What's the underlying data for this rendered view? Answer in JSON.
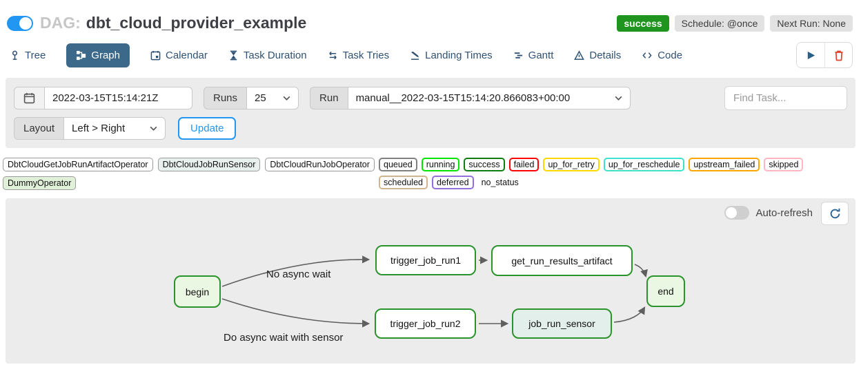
{
  "header": {
    "dag_label": "DAG:",
    "dag_title": "dbt_cloud_provider_example",
    "status_badge": "success",
    "schedule_badge": "Schedule: @once",
    "next_run_badge": "Next Run: None",
    "status_color": "#1f941f",
    "dag_enabled": true
  },
  "tabs": [
    {
      "label": "Tree"
    },
    {
      "label": "Graph",
      "active": true
    },
    {
      "label": "Calendar"
    },
    {
      "label": "Task Duration"
    },
    {
      "label": "Task Tries"
    },
    {
      "label": "Landing Times"
    },
    {
      "label": "Gantt"
    },
    {
      "label": "Details"
    },
    {
      "label": "Code"
    }
  ],
  "filters": {
    "execution_date": "2022-03-15T15:14:21Z",
    "runs_label": "Runs",
    "runs_selected": "25",
    "run_label": "Run",
    "run_selected": "manual__2022-03-15T15:14:20.866083+00:00",
    "find_task_placeholder": "Find Task...",
    "layout_label": "Layout",
    "layout_selected": "Left > Right",
    "update_label": "Update"
  },
  "legend": {
    "operators": [
      {
        "label": "DbtCloudGetJobRunArtifactOperator",
        "color": "#ffffff"
      },
      {
        "label": "DbtCloudJobRunSensor",
        "color": "#e9f1ee"
      },
      {
        "label": "DbtCloudRunJobOperator",
        "color": "#ffffff"
      },
      {
        "label": "DummyOperator",
        "color": "#e1f0d8"
      }
    ],
    "statuses": [
      {
        "label": "queued",
        "color": "#808080"
      },
      {
        "label": "running",
        "color": "#00e400"
      },
      {
        "label": "success",
        "color": "#0f7d0f"
      },
      {
        "label": "failed",
        "color": "#ff0000"
      },
      {
        "label": "up_for_retry",
        "color": "#ffd700"
      },
      {
        "label": "up_for_reschedule",
        "color": "#40e0d0"
      },
      {
        "label": "upstream_failed",
        "color": "#ffa500"
      },
      {
        "label": "skipped",
        "color": "#ffb6c1"
      },
      {
        "label": "scheduled",
        "color": "#d2b48c"
      },
      {
        "label": "deferred",
        "color": "#9370db"
      },
      {
        "label": "no_status",
        "color": "none"
      }
    ]
  },
  "graph": {
    "auto_refresh_label": "Auto-refresh",
    "auto_refresh_enabled": false,
    "node_border_color": "#2b932b",
    "nodes": [
      {
        "id": "begin",
        "label": "begin",
        "fill": "#e9f7e3"
      },
      {
        "id": "trigger_job_run1",
        "label": "trigger_job_run1",
        "fill": "#ffffff"
      },
      {
        "id": "get_run_results_artifact",
        "label": "get_run_results_artifact",
        "fill": "#ffffff"
      },
      {
        "id": "end",
        "label": "end",
        "fill": "#e9f7e3"
      },
      {
        "id": "trigger_job_run2",
        "label": "trigger_job_run2",
        "fill": "#ffffff"
      },
      {
        "id": "job_run_sensor",
        "label": "job_run_sensor",
        "fill": "#e3efeb"
      }
    ],
    "edges": [
      {
        "from": "begin",
        "to": "trigger_job_run1",
        "label": "No async wait"
      },
      {
        "from": "begin",
        "to": "trigger_job_run2",
        "label": "Do async wait with sensor"
      },
      {
        "from": "trigger_job_run1",
        "to": "get_run_results_artifact",
        "label": ""
      },
      {
        "from": "trigger_job_run2",
        "to": "job_run_sensor",
        "label": ""
      },
      {
        "from": "get_run_results_artifact",
        "to": "end",
        "label": ""
      },
      {
        "from": "job_run_sensor",
        "to": "end",
        "label": ""
      }
    ]
  }
}
